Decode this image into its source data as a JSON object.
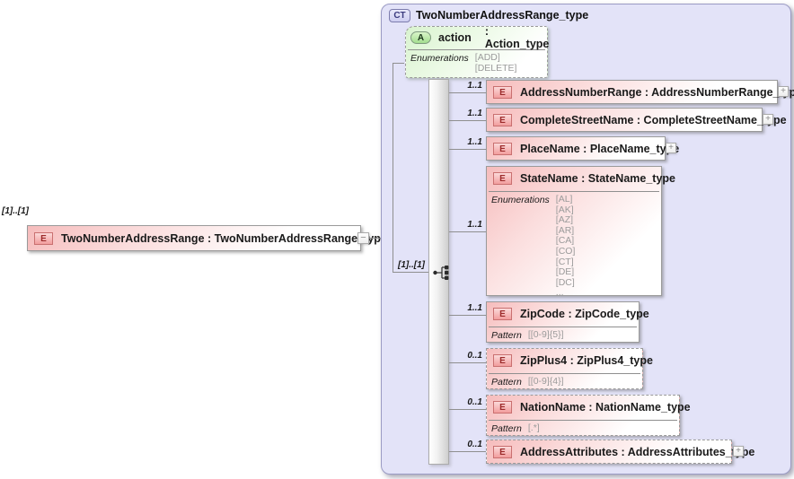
{
  "glyphs": {
    "plus": "+",
    "minus": "−"
  },
  "root_element": {
    "occurs": "[1]..[1]",
    "badge": "E",
    "label": "TwoNumberAddressRange : TwoNumberAddressRange_type"
  },
  "complex_type": {
    "badge": "CT",
    "title": "TwoNumberAddressRange_type",
    "sequence_occurs": "[1]..[1]",
    "attribute": {
      "badge": "A",
      "name": "action",
      "type": ": Action_type",
      "facet_label": "Enumerations",
      "values": [
        "[ADD]",
        "[DELETE]"
      ]
    },
    "elements": [
      {
        "cardinality": "1..1",
        "badge": "E",
        "label": "AddressNumberRange : AddressNumberRange_type"
      },
      {
        "cardinality": "1..1",
        "badge": "E",
        "label": "CompleteStreetName : CompleteStreetName_type"
      },
      {
        "cardinality": "1..1",
        "badge": "E",
        "label": "PlaceName : PlaceName_type"
      },
      {
        "cardinality": "1..1",
        "badge": "E",
        "label": "StateName : StateName_type",
        "facet_label": "Enumerations",
        "values": [
          "[AL]",
          "[AK]",
          "[AZ]",
          "[AR]",
          "[CA]",
          "[CO]",
          "[CT]",
          "[DE]",
          "[DC]",
          "..."
        ]
      },
      {
        "cardinality": "1..1",
        "badge": "E",
        "label": "ZipCode : ZipCode_type",
        "facet_label": "Pattern",
        "values": [
          "[[0-9]{5}]"
        ]
      },
      {
        "cardinality": "0..1",
        "badge": "E",
        "label": "ZipPlus4 : ZipPlus4_type",
        "facet_label": "Pattern",
        "values": [
          "[[0-9]{4}]"
        ]
      },
      {
        "cardinality": "0..1",
        "badge": "E",
        "label": "NationName : NationName_type",
        "facet_label": "Pattern",
        "values": [
          "[.*]"
        ]
      },
      {
        "cardinality": "0..1",
        "badge": "E",
        "label": "AddressAttributes : AddressAttributes_type"
      }
    ]
  }
}
